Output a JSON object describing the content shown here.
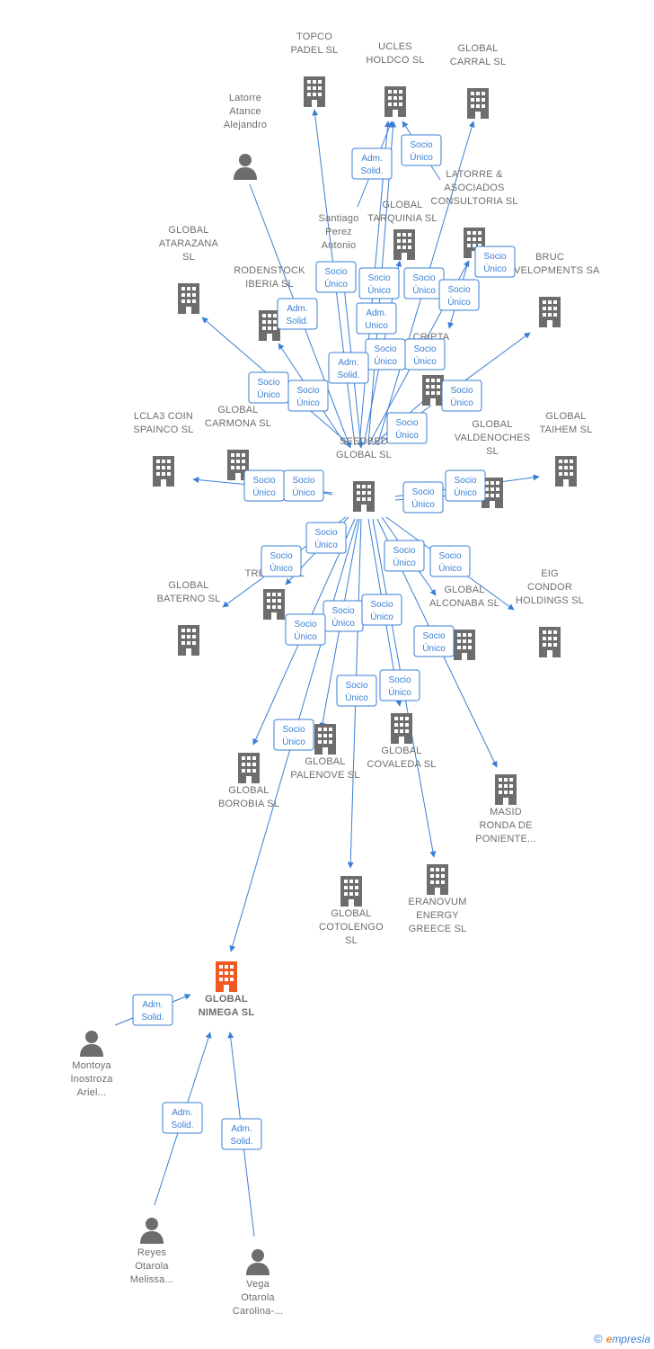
{
  "colors": {
    "edge": "#3a7fd5",
    "building": "#6d6d6d",
    "highlight": "#f05a22",
    "person": "#6d6d6d",
    "label": "#6d6d6d"
  },
  "nodes": [
    {
      "id": "topco",
      "type": "company",
      "label": [
        "TOPCO",
        "PADEL  SL"
      ]
    },
    {
      "id": "ucles",
      "type": "company",
      "label": [
        "UCLES",
        "HOLDCO  SL"
      ]
    },
    {
      "id": "carral",
      "type": "company",
      "label": [
        "GLOBAL",
        "CARRAL  SL"
      ]
    },
    {
      "id": "latorre_p",
      "type": "person",
      "label": [
        "Latorre",
        "Atance",
        "Alejandro"
      ]
    },
    {
      "id": "santiago",
      "type": "person",
      "label": [
        "Santiago",
        "Perez",
        "Antonio"
      ]
    },
    {
      "id": "tarquinia",
      "type": "company",
      "label": [
        "GLOBAL",
        "TARQUINIA  SL"
      ]
    },
    {
      "id": "latorre_c",
      "type": "company",
      "label": [
        "LATORRE &",
        "ASOCIADOS",
        "CONSULTORIA SL"
      ]
    },
    {
      "id": "ataraz",
      "type": "company",
      "label": [
        "GLOBAL",
        "ATARAZANA",
        "SL"
      ]
    },
    {
      "id": "rodenstock",
      "type": "company",
      "label": [
        "RODENSTOCK",
        "IBERIA  SL"
      ]
    },
    {
      "id": "bruc",
      "type": "company",
      "label": [
        "BRUC",
        "DEVELOPMENTS SA"
      ]
    },
    {
      "id": "cripta",
      "type": "company",
      "label": [
        "CRIPTA",
        "RIA"
      ]
    },
    {
      "id": "lcla3",
      "type": "company",
      "label": [
        "LCLA3 COIN",
        "SPAINCO  SL"
      ]
    },
    {
      "id": "carmona",
      "type": "company",
      "label": [
        "GLOBAL",
        "CARMONA  SL"
      ]
    },
    {
      "id": "seedbed",
      "type": "company",
      "label": [
        "SEEDBED",
        "GLOBAL  SL"
      ]
    },
    {
      "id": "valdenoches",
      "type": "company",
      "label": [
        "GLOBAL",
        "VALDENOCHES",
        "SL"
      ]
    },
    {
      "id": "taihem",
      "type": "company",
      "label": [
        "GLOBAL",
        "TAIHEM  SL"
      ]
    },
    {
      "id": "treviso",
      "type": "company",
      "label": [
        "GL",
        "TREVISO  SL"
      ]
    },
    {
      "id": "baterno",
      "type": "company",
      "label": [
        "GLOBAL",
        "BATERNO  SL"
      ]
    },
    {
      "id": "alconaba",
      "type": "company",
      "label": [
        "GLOBAL",
        "ALCONABA  SL"
      ]
    },
    {
      "id": "eig",
      "type": "company",
      "label": [
        "EIG",
        "CONDOR",
        "HOLDINGS  SL"
      ]
    },
    {
      "id": "palenove",
      "type": "company",
      "label": [
        "GLOBAL",
        "PALENOVE  SL"
      ]
    },
    {
      "id": "covaleda",
      "type": "company",
      "label": [
        "GLOBAL",
        "COVALEDA  SL"
      ]
    },
    {
      "id": "borobia",
      "type": "company",
      "label": [
        "GLOBAL",
        "BOROBIA  SL"
      ]
    },
    {
      "id": "masid",
      "type": "company",
      "label": [
        "MASID",
        "RONDA DE",
        "PONIENTE..."
      ]
    },
    {
      "id": "cotolengo",
      "type": "company",
      "label": [
        "GLOBAL",
        "COTOLENGO",
        "SL"
      ]
    },
    {
      "id": "eranovum",
      "type": "company",
      "label": [
        "ERANOVUM",
        "ENERGY",
        "GREECE  SL"
      ]
    },
    {
      "id": "nimega",
      "type": "company",
      "highlight": true,
      "label": [
        "GLOBAL",
        "NIMEGA  SL"
      ]
    },
    {
      "id": "montoya",
      "type": "person",
      "label": [
        "Montoya",
        "Inostroza",
        "Ariel..."
      ]
    },
    {
      "id": "reyes",
      "type": "person",
      "label": [
        "Reyes",
        "Otarola",
        "Melissa..."
      ]
    },
    {
      "id": "vega",
      "type": "person",
      "label": [
        "Vega",
        "Otarola",
        "Carolina-..."
      ]
    }
  ],
  "edge_labels": [
    {
      "id": "e1",
      "text": [
        "Adm.",
        "Solid."
      ]
    },
    {
      "id": "e2",
      "text": [
        "Socio",
        "Único"
      ]
    },
    {
      "id": "e3",
      "text": [
        "Socio",
        "Único"
      ]
    },
    {
      "id": "e4",
      "text": [
        "Socio",
        "Único"
      ]
    },
    {
      "id": "e5",
      "text": [
        "Adm.",
        "Solid."
      ]
    },
    {
      "id": "e6",
      "text": [
        "Socio",
        "Único"
      ]
    },
    {
      "id": "e7",
      "text": [
        "Socio",
        "Único"
      ]
    },
    {
      "id": "e8",
      "text": [
        "Socio",
        "Único"
      ]
    },
    {
      "id": "e9",
      "text": [
        "Adm.",
        "Unico"
      ]
    },
    {
      "id": "e10",
      "text": [
        "Socio",
        "Único"
      ]
    },
    {
      "id": "e11",
      "text": [
        "Socio",
        "Único"
      ]
    },
    {
      "id": "e12",
      "text": [
        "Adm.",
        "Solid."
      ]
    },
    {
      "id": "e13",
      "text": [
        "Socio",
        "Único"
      ]
    },
    {
      "id": "e14",
      "text": [
        "Socio",
        "Único"
      ]
    },
    {
      "id": "e15",
      "text": [
        "Socio",
        "Único"
      ]
    },
    {
      "id": "e16",
      "text": [
        "Socio",
        "Único"
      ]
    },
    {
      "id": "e17",
      "text": [
        "Socio",
        "Único"
      ]
    },
    {
      "id": "e18",
      "text": [
        "Socio",
        "Único"
      ]
    },
    {
      "id": "e19",
      "text": [
        "Socio",
        "Único"
      ]
    },
    {
      "id": "e20",
      "text": [
        "Socio",
        "Único"
      ]
    },
    {
      "id": "e21",
      "text": [
        "Socio",
        "Único"
      ]
    },
    {
      "id": "e22",
      "text": [
        "Socio",
        "Único"
      ]
    },
    {
      "id": "e23",
      "text": [
        "Socio",
        "Único"
      ]
    },
    {
      "id": "e24",
      "text": [
        "Socio",
        "Único"
      ]
    },
    {
      "id": "e25",
      "text": [
        "Socio",
        "Único"
      ]
    },
    {
      "id": "e26",
      "text": [
        "Socio",
        "Único"
      ]
    },
    {
      "id": "e27",
      "text": [
        "Socio",
        "Único"
      ]
    },
    {
      "id": "e28",
      "text": [
        "Socio",
        "Único"
      ]
    },
    {
      "id": "e29",
      "text": [
        "Socio",
        "Único"
      ]
    },
    {
      "id": "e30",
      "text": [
        "Socio",
        "Único"
      ]
    },
    {
      "id": "e31",
      "text": [
        "Socio",
        "Único"
      ]
    },
    {
      "id": "e32",
      "text": [
        "Socio",
        "Único"
      ]
    },
    {
      "id": "e33",
      "text": [
        "Adm.",
        "Solid."
      ]
    },
    {
      "id": "e34",
      "text": [
        "Adm.",
        "Solid."
      ]
    },
    {
      "id": "e35",
      "text": [
        "Adm.",
        "Solid."
      ]
    }
  ],
  "footer": {
    "copyright": "©",
    "brand_initial": "e",
    "brand_rest": "mpresia"
  }
}
